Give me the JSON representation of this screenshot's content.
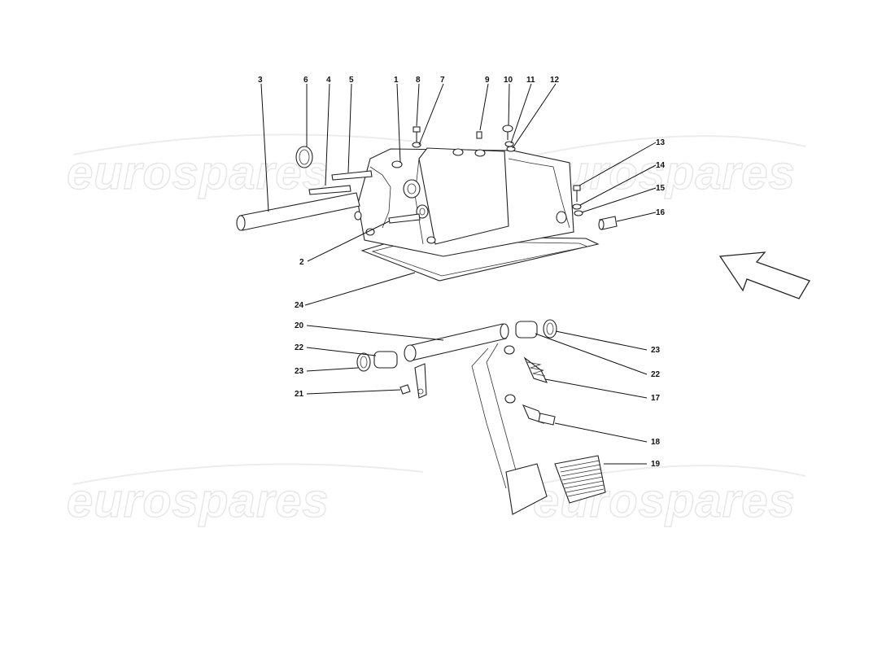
{
  "watermark": "eurospares",
  "callouts": [
    "1",
    "2",
    "3",
    "4",
    "5",
    "6",
    "7",
    "8",
    "9",
    "10",
    "11",
    "12",
    "13",
    "14",
    "15",
    "16",
    "17",
    "18",
    "19",
    "20",
    "21",
    "22",
    "22",
    "23",
    "23",
    "24"
  ]
}
